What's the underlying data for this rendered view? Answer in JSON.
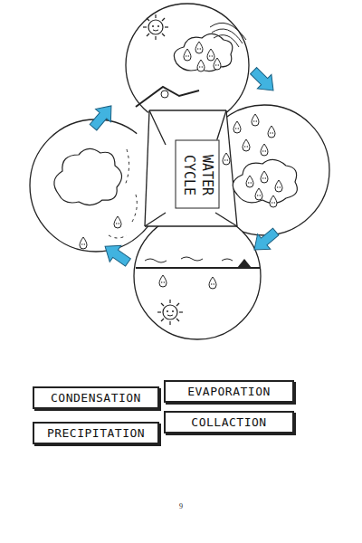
{
  "diagram": {
    "nodes": [
      {
        "text": [
          "WATER CYCLE"
        ]
      },
      {
        "text": [
          "CONDENSATION"
        ]
      },
      {
        "text": [
          "EVAPORATION"
        ]
      },
      {
        "text": [
          "PRECIPITATION"
        ]
      },
      {
        "text": [
          "COLLACTION"
        ]
      }
    ],
    "labels": [
      "9"
    ]
  }
}
